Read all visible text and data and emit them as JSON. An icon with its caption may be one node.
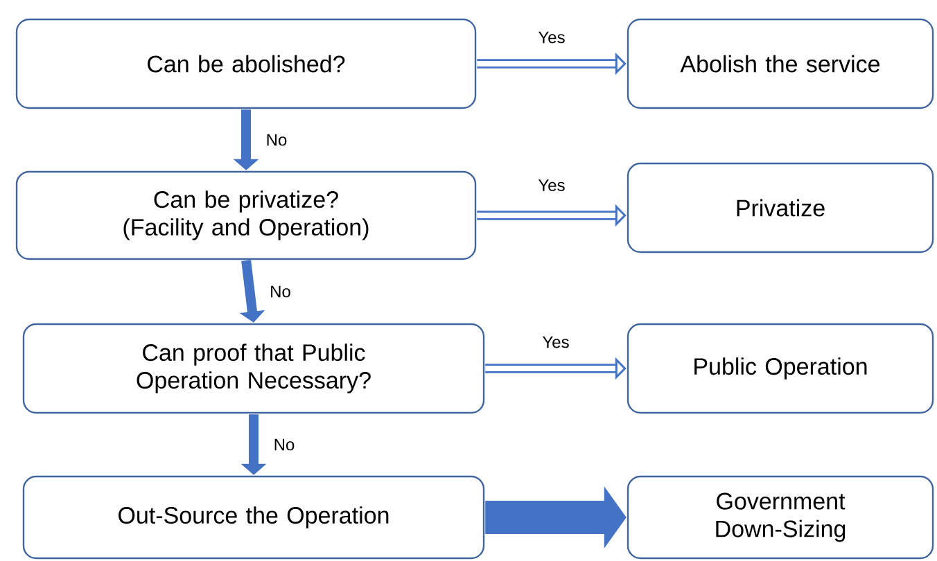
{
  "diagram": {
    "nodes": [
      {
        "text": [
          "Can be abolished?"
        ]
      },
      {
        "text": [
          "Abolish the service"
        ]
      },
      {
        "text": [
          "Can be  privatize? (Facility and Operation)"
        ]
      },
      {
        "text": [
          "Privatize"
        ]
      },
      {
        "text": [
          "Can proof  that Public Operation Necessary?"
        ]
      },
      {
        "text": [
          "Public Operation"
        ]
      },
      {
        "text": [
          "Out-Source the Operation"
        ]
      },
      {
        "text": [
          "Government Down-Sizing"
        ]
      }
    ],
    "edges": [
      {
        "from": 0,
        "to": 1,
        "arrow": "to",
        "label": "Yes"
      },
      {
        "from": 0,
        "to": 2,
        "arrow": "to",
        "label": "No"
      },
      {
        "from": 2,
        "to": 3,
        "arrow": "to",
        "label": "Yes"
      },
      {
        "from": 2,
        "to": 4,
        "arrow": "to",
        "label": "No"
      },
      {
        "from": 4,
        "to": 5,
        "arrow": "to",
        "label": "Yes"
      },
      {
        "from": 4,
        "to": 6,
        "arrow": "to",
        "label": "No"
      },
      {
        "from": 6,
        "to": 7,
        "arrow": "to",
        "style": "thick"
      }
    ]
  }
}
